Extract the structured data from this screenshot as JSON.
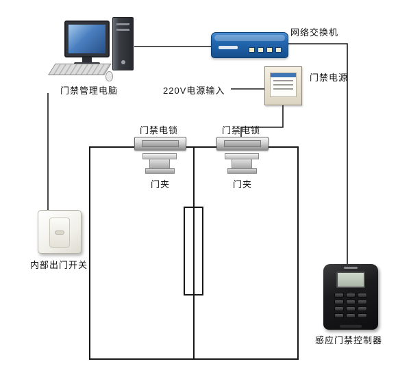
{
  "diagram": {
    "title_hint": "access-control-system-wiring-diagram",
    "nodes": {
      "computer": {
        "label": "门禁管理电脑"
      },
      "network_switch": {
        "label": "网络交换机"
      },
      "power_supply": {
        "label": "门禁电源"
      },
      "power_input": {
        "label": "220V电源输入"
      },
      "lock_left": {
        "label": "门禁电锁"
      },
      "lock_right": {
        "label": "门禁电锁"
      },
      "clamp_left": {
        "label": "门夹"
      },
      "clamp_right": {
        "label": "门夹"
      },
      "exit_switch": {
        "label": "内部出门开关"
      },
      "controller": {
        "label": "感应门禁控制器"
      }
    },
    "connections": [
      {
        "from": "computer",
        "to": "network_switch"
      },
      {
        "from": "network_switch",
        "to": "controller"
      },
      {
        "from": "power_input",
        "to": "power_supply"
      },
      {
        "from": "power_supply",
        "to": "lock_right"
      },
      {
        "from": "computer",
        "to": "exit_switch"
      }
    ],
    "colors": {
      "line": "#1a1a1a",
      "switch_body": "#2368b1",
      "monitor_screen": "#4a7fc0",
      "power_supply_body": "#ede7d8",
      "controller_body": "#1b1b1d"
    }
  }
}
